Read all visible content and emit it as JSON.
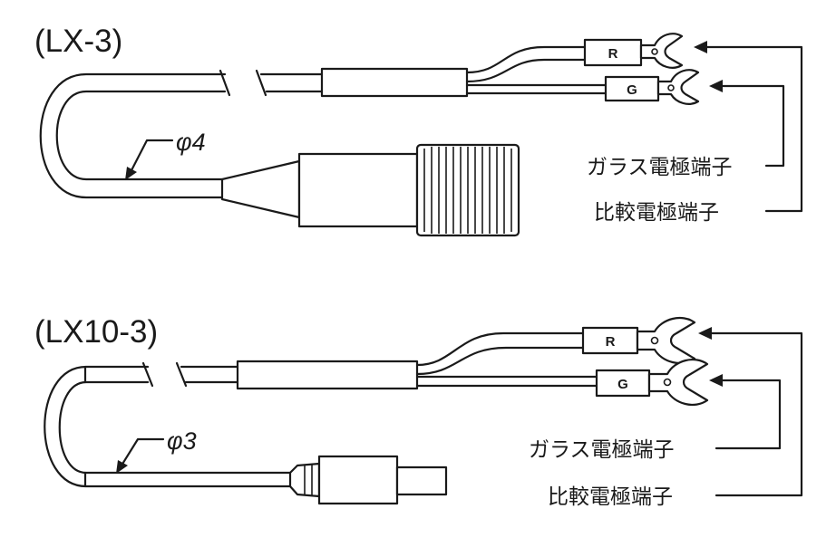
{
  "diagrams": [
    {
      "model": "(LX-3)",
      "diameter": "φ4",
      "terminals": [
        {
          "tag": "R",
          "label": "ガラス電極端子"
        },
        {
          "tag": "G",
          "label": "比較電極端子"
        }
      ]
    },
    {
      "model": "(LX10-3)",
      "diameter": "φ3",
      "terminals": [
        {
          "tag": "R",
          "label": "ガラス電極端子"
        },
        {
          "tag": "G",
          "label": "比較電極端子"
        }
      ]
    }
  ]
}
